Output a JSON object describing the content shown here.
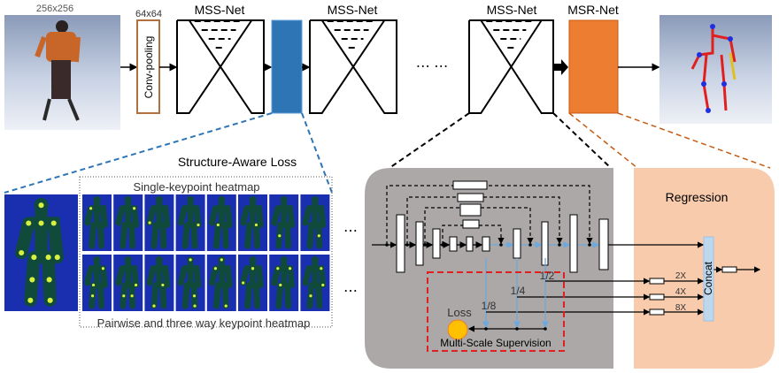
{
  "labels": {
    "input_size": "256x256",
    "conv_size": "64x64",
    "conv_pooling": "Conv-pooling",
    "mss_net_1": "MSS-Net",
    "mss_net_2": "MSS-Net",
    "mss_net_3": "MSS-Net",
    "msr_net": "MSR-Net",
    "ellipsis_top": "⋯ ⋯",
    "ellipsis_mid_1": "⋯",
    "ellipsis_mid_2": "⋯",
    "structure_loss": "Structure-Aware Loss",
    "single_heatmap": "Single-keypoint heatmap",
    "pairwise_heatmap": "Pairwise and three way keypoint heatmap",
    "regression": "Regression",
    "concat": "Concat",
    "loss": "Loss",
    "multi_scale": "Multi-Scale Supervision",
    "scale_half": "1/2",
    "scale_quarter": "1/4",
    "scale_eighth": "1/8",
    "up_2x": "2X",
    "up_4x": "4X",
    "up_8x": "8X"
  },
  "colors": {
    "stack_block": "#2e75b6",
    "msr_block": "#ed7d31",
    "conv_border": "#b07040",
    "hourglass_panel": "#aba8a7",
    "regression_panel": "#f8cbad",
    "concat_bar": "#bdd7ee",
    "supervision_border": "#e02020",
    "loss_circle": "#ffc000",
    "skip_arrow": "#6fa8dc",
    "heatmap_bg": "#1a2fb0",
    "keypoint": "#d8f040"
  }
}
